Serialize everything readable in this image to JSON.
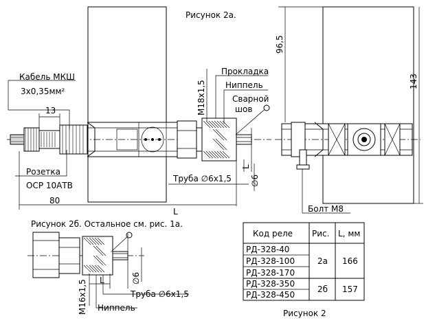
{
  "figures": {
    "fig2a_title": "Рисунок 2а.",
    "fig2b_title": "Рисунок 2б. Остальное см. рис. 1а.",
    "fig2_caption": "Рисунок 2"
  },
  "labels": {
    "cable_line1": "Кабель МКШ",
    "cable_line2": "3х0,35мм²",
    "socket_line1": "Розетка",
    "socket_line2": "ОСР 10АТВ",
    "gasket": "Прокладка",
    "nipple_top": "Ниппель",
    "weld_line1": "Сварной",
    "weld_line2": "шов",
    "pipe_top": "Труба ∅6х1,5",
    "bolt": "Болт М8",
    "pipe_bottom": "Труба ∅6х1,5",
    "nipple_bottom": "Ниппель"
  },
  "dimensions": {
    "d13": "13",
    "d80": "80",
    "dL": "L",
    "d96_5": "96,5",
    "d143": "143",
    "m18": "М18х1,5",
    "d6_top": "∅6",
    "l_top": "L",
    "m16": "М16х1,5",
    "l_bottom": "L",
    "d6_bottom": "∅6"
  },
  "table": {
    "headers": [
      "Код реле",
      "Рис.",
      "L, мм"
    ],
    "codes": [
      "РД-328-40",
      "РД-328-100",
      "РД-328-170",
      "РД-328-350",
      "РД-328-450"
    ],
    "groups": [
      {
        "fig": "2а",
        "L": "166"
      },
      {
        "fig": "2б",
        "L": "157"
      }
    ]
  }
}
